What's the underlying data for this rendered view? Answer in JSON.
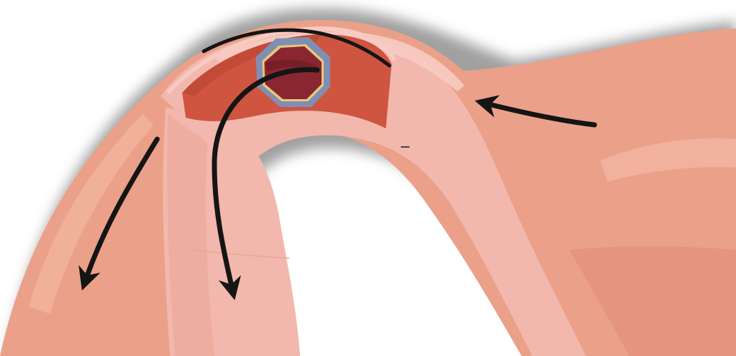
{
  "diagram": {
    "type": "anatomical-illustration",
    "arrows": [
      {
        "id": "inflow",
        "direction": "left"
      },
      {
        "id": "through-lumen",
        "direction": "down"
      },
      {
        "id": "outer-branch",
        "direction": "down-left"
      }
    ]
  },
  "colors": {
    "background": "#ffffff",
    "halo": "#8f8f8f",
    "tissue_outer": "#eba089",
    "tissue_mid": "#f0aa97",
    "tissue_inner": "#f2b8ad",
    "tissue_highlight": "#f7cbc2",
    "cut_surface": "#cf5540",
    "cut_shadow": "#bf4a36",
    "lumen_dark": "#8a2630",
    "lumen_ring": "#7f8fb4",
    "lumen_rim": "#e8c77a",
    "arrow": "#151515"
  }
}
